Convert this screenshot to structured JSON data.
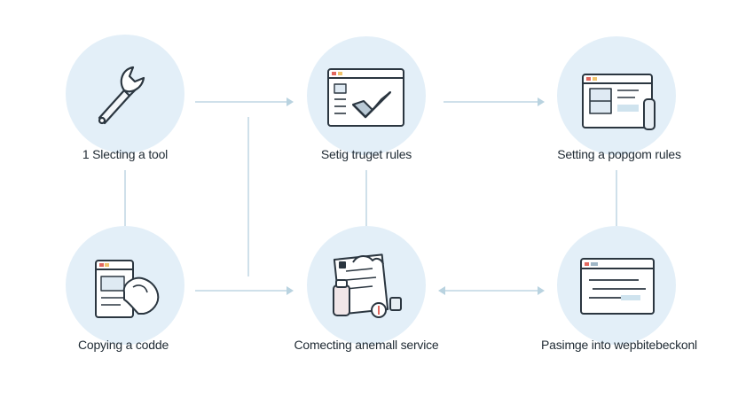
{
  "steps": [
    {
      "id": "select-tool",
      "label": "1 Slecting a tool",
      "icon": "wrench-icon"
    },
    {
      "id": "trigger-rules",
      "label": "Setig truget rules",
      "icon": "browser-checkmark-icon"
    },
    {
      "id": "popup-rules",
      "label": "Setting a popgom rules",
      "icon": "browser-panel-icon"
    },
    {
      "id": "copy-code",
      "label": "Copying a codde",
      "icon": "browser-hand-icon"
    },
    {
      "id": "email-service",
      "label": "Comecting anemall service",
      "icon": "email-documents-icon"
    },
    {
      "id": "paste-website",
      "label": "Pasimge into wepbitebeckonl",
      "icon": "browser-code-icon"
    }
  ],
  "colors": {
    "circle": "#e3eff8",
    "connector": "#cfe0ea",
    "arrow": "#b9d3e0",
    "stroke": "#2b3640"
  }
}
